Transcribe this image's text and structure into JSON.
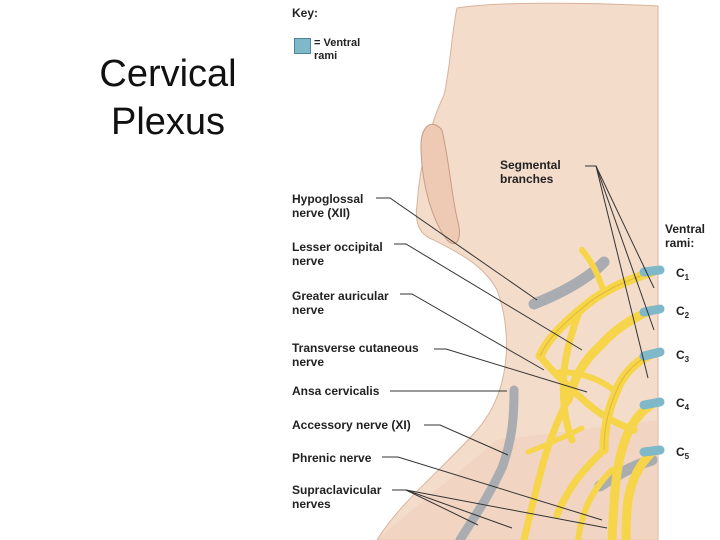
{
  "title_line1": "Cervical",
  "title_line2": "Plexus",
  "key": {
    "title": "Key:",
    "swatch_label": "= Ventral\nrami",
    "swatch_color": "#7fb8c9"
  },
  "labels": {
    "segmental": "Segmental\nbranches",
    "ventral_rami": "Ventral\nrami:",
    "hypoglossal": "Hypoglossal\nnerve (XII)",
    "lesser_occipital": "Lesser occipital\nnerve",
    "greater_auricular": "Greater auricular\nnerve",
    "transverse_cutaneous": "Transverse cutaneous\nnerve",
    "ansa_cervicalis": "Ansa cervicalis",
    "accessory": "Accessory nerve (XI)",
    "phrenic": "Phrenic nerve",
    "supraclavicular": "Supraclavicular\nnerves"
  },
  "rami": [
    {
      "letter": "C",
      "num": "1"
    },
    {
      "letter": "C",
      "num": "2"
    },
    {
      "letter": "C",
      "num": "3"
    },
    {
      "letter": "C",
      "num": "4"
    },
    {
      "letter": "C",
      "num": "5"
    }
  ],
  "colors": {
    "skin": "#f4dccb",
    "skin_shadow": "#e6c2ab",
    "nerve": "#f6d54a",
    "nerve_outline": "#c9a21b",
    "gray_nerve": "#a9adb1",
    "ramus": "#7fb8c9"
  }
}
